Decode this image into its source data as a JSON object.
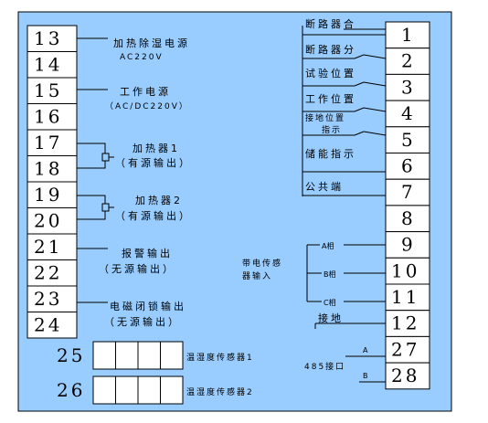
{
  "background_color": "#99ccff",
  "left_terminals": [
    {
      "num": "13",
      "label": "加热除湿电源",
      "sub": "AC220V"
    },
    {
      "num": "14",
      "label": "",
      "sub": ""
    },
    {
      "num": "15",
      "label": "工作电源",
      "sub": "（AC/DC220V）"
    },
    {
      "num": "16",
      "label": "",
      "sub": ""
    },
    {
      "num": "17",
      "label": "加热器1",
      "sub": "（有源输出）"
    },
    {
      "num": "18",
      "label": "",
      "sub": ""
    },
    {
      "num": "19",
      "label": "加热器2",
      "sub": "（有源输出）"
    },
    {
      "num": "20",
      "label": "",
      "sub": ""
    },
    {
      "num": "21",
      "label": "报警输出",
      "sub": "（无源输出）"
    },
    {
      "num": "22",
      "label": "",
      "sub": ""
    },
    {
      "num": "23",
      "label": "电磁闭锁输出",
      "sub": "（无源输出）"
    },
    {
      "num": "24",
      "label": "",
      "sub": ""
    }
  ],
  "right_terminals": [
    {
      "num": "1",
      "label": "断路器合"
    },
    {
      "num": "2",
      "label": "断路器分"
    },
    {
      "num": "3",
      "label": "试验位置"
    },
    {
      "num": "4",
      "label": "工作位置"
    },
    {
      "num": "5",
      "label": "接地位置",
      "sub": "指示"
    },
    {
      "num": "6",
      "label": "储能指示"
    },
    {
      "num": "7",
      "label": "公共端"
    },
    {
      "num": "8",
      "label": ""
    },
    {
      "num": "9",
      "label": "A相"
    },
    {
      "num": "10",
      "label": "B相"
    },
    {
      "num": "11",
      "label": "C相"
    },
    {
      "num": "12",
      "label": "接地"
    },
    {
      "num": "27",
      "label": "A"
    },
    {
      "num": "28",
      "label": "B"
    }
  ],
  "sensor_group": {
    "line1": "带电传感",
    "line2": "器输入"
  },
  "rs485_label": "485接口",
  "bottom_sensors": [
    {
      "num": "25",
      "label": "温湿度传感器1"
    },
    {
      "num": "26",
      "label": "温湿度传感器2"
    }
  ]
}
